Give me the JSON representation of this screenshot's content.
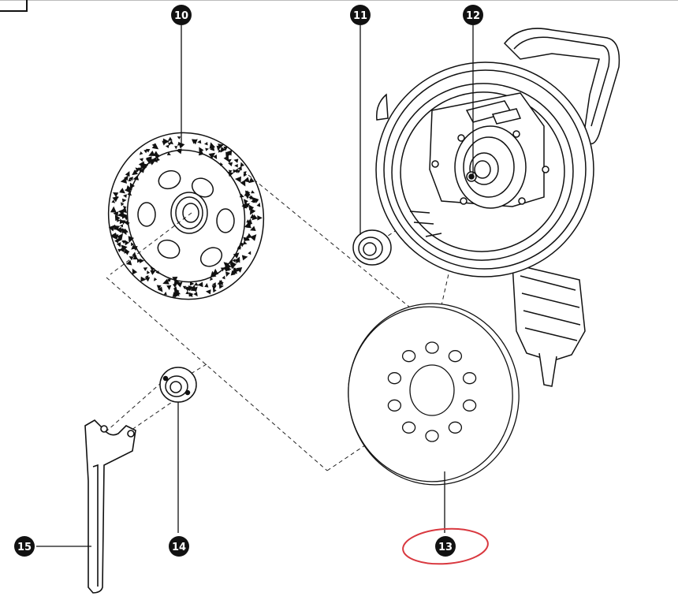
{
  "diagram": {
    "callouts": [
      {
        "id": "10",
        "label": "10",
        "part": "diamond cup wheel"
      },
      {
        "id": "11",
        "label": "11",
        "part": "spacer washer"
      },
      {
        "id": "12",
        "label": "12",
        "part": "spindle"
      },
      {
        "id": "13",
        "label": "13",
        "part": "backing pad"
      },
      {
        "id": "14",
        "label": "14",
        "part": "flange nut"
      },
      {
        "id": "15",
        "label": "15",
        "part": "spanner wrench"
      }
    ],
    "highlight": {
      "target": "13",
      "color": "#d9383f"
    },
    "colors": {
      "line": "#111111",
      "background": "#ffffff"
    }
  }
}
